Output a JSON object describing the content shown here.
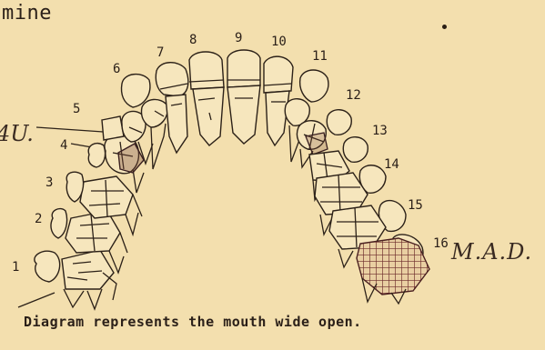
{
  "header_fragment": "mine",
  "caption": "Diagram represents the mouth wide open.",
  "handwritten": {
    "left_note": "4U.",
    "right_note": "M.A.D."
  },
  "tooth_numbers": [
    "1",
    "2",
    "3",
    "4",
    "5",
    "6",
    "7",
    "8",
    "9",
    "10",
    "11",
    "12",
    "13",
    "14",
    "15",
    "16"
  ]
}
